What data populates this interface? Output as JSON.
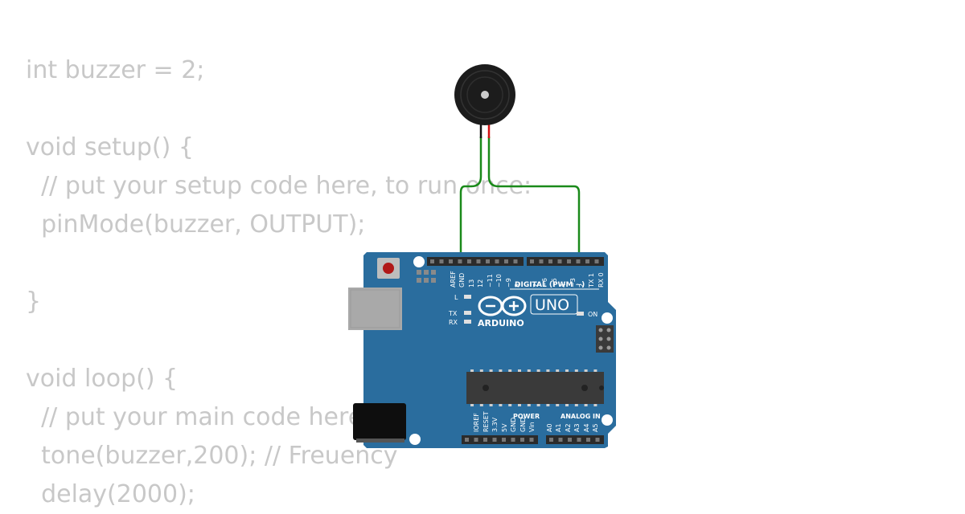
{
  "code_lines": [
    "int buzzer = 2;",
    "",
    "void setup() {",
    "  // put your setup code here, to run once:",
    "  pinMode(buzzer, OUTPUT);",
    "",
    "}",
    "",
    "void loop() {",
    "  // put your main code here",
    "  tone(buzzer,200); // Freuency",
    "  delay(2000);"
  ],
  "board": {
    "brand": "ARDUINO",
    "model": "UNO",
    "digital_label": "DIGITAL (PWM ~)",
    "power_label": "POWER",
    "analog_label": "ANALOG IN",
    "on_label": "ON",
    "l_label": "L",
    "tx_label": "TX",
    "rx_label": "RX",
    "top_pins": [
      "AREF",
      "GND",
      "13",
      "12",
      "~11",
      "~10",
      "~9",
      "8",
      "7",
      "~6",
      "~5",
      "4",
      "~3",
      "2",
      "TX 1",
      "RX 0"
    ],
    "bottom_pins": [
      "IOREF",
      "RESET",
      "3.3V",
      "5V",
      "GND",
      "GND",
      "Vin",
      "A0",
      "A1",
      "A2",
      "A3",
      "A4",
      "A5"
    ],
    "colors": {
      "pcb": "#2a6d9e",
      "header": "#2b2b2b",
      "usb": "#a9a9a9",
      "chip": "#3a3a3a"
    }
  },
  "wire_color": "#1a8a1a",
  "buzzer_wire_red": "#d01010"
}
